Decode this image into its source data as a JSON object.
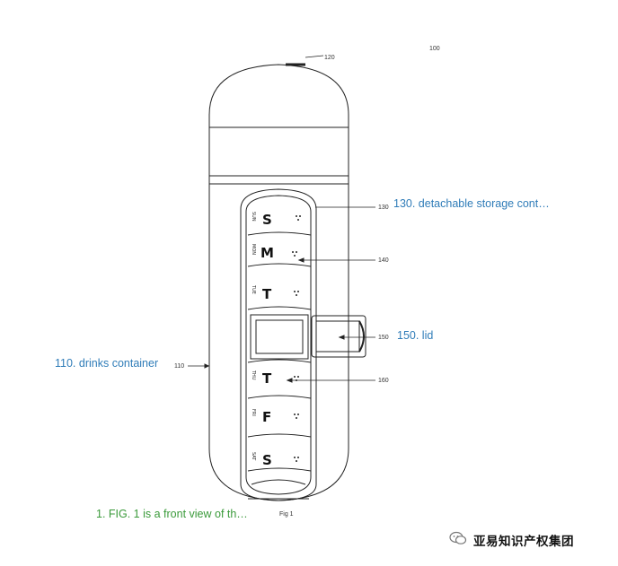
{
  "figure": {
    "caption": "Fig 1",
    "refs": {
      "r100": "100",
      "r110": "110",
      "r120": "120",
      "r130": "130",
      "r140": "140",
      "r150": "150",
      "r160": "160"
    },
    "compartments": [
      {
        "letter": "S",
        "abbr": "SUN"
      },
      {
        "letter": "M",
        "abbr": "MON"
      },
      {
        "letter": "T",
        "abbr": "TUE"
      },
      {
        "letter": "",
        "abbr": ""
      },
      {
        "letter": "T",
        "abbr": "THU"
      },
      {
        "letter": "F",
        "abbr": "FRI"
      },
      {
        "letter": "S",
        "abbr": "SAT"
      }
    ]
  },
  "annotations": {
    "a130": "130. detachable storage cont…",
    "a150": "150. lid",
    "a110": "110. drinks container",
    "fig1": "1. FIG. 1 is a front view of th…"
  },
  "watermark": {
    "brand": "亚易知识产权集团",
    "icon": "wechat-chat-bubble-icon"
  },
  "colors": {
    "callout_blue": "#2f7cb8",
    "callout_green": "#3a9a3a",
    "line": "#222222"
  }
}
